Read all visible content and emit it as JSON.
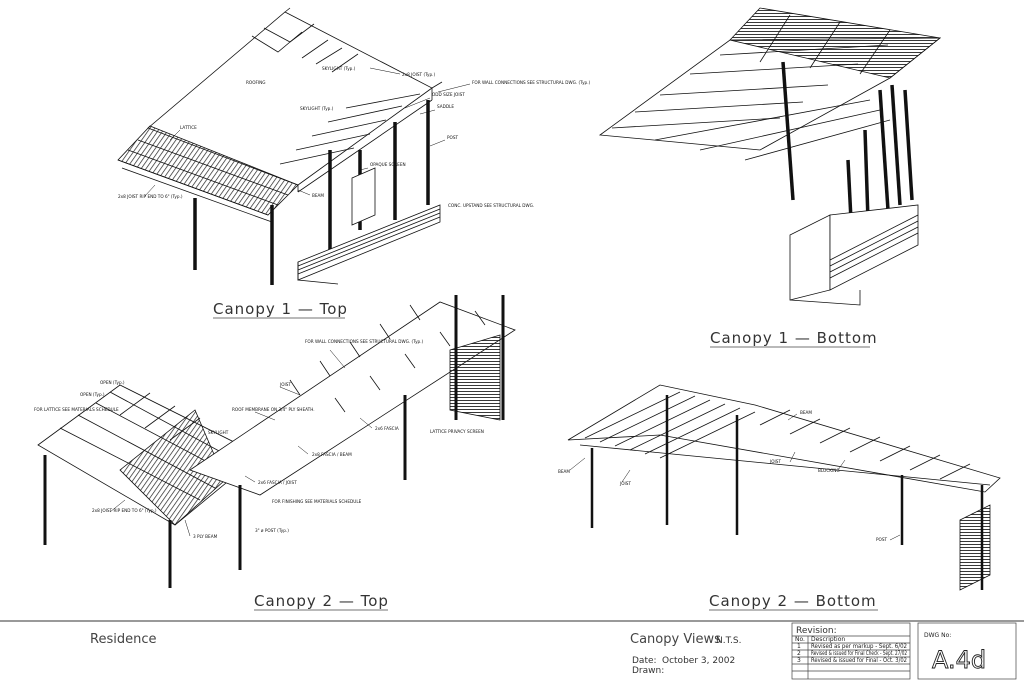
{
  "views": {
    "canopy1_top": {
      "title": "Canopy 1 — Top",
      "notes": {
        "joist": "2x8 JOIST (Typ.)",
        "wall_connections": "FOR WALL CONNECTIONS SEE STRUCTURAL DWG. (Typ.)",
        "odd_size_joist": "ODD SIZE JOIST",
        "skylight_a": "SKYLIGHT (Typ.)",
        "roofing": "ROOFING",
        "skylight_b": "SKYLIGHT (Typ.)",
        "saddle": "SADDLE",
        "lattice": "LATTICE",
        "post": "POST",
        "opaque_screen": "OPAQUE SCREEN",
        "rip": "2x8 JOIST RIP END TO 6\" (Typ.)",
        "beam": "BEAM",
        "conc": "CONC. UPSTAND SEE STRUCTURAL DWG."
      }
    },
    "canopy1_bottom": {
      "title": "Canopy 1 — Bottom"
    },
    "canopy2_top": {
      "title": "Canopy 2 — Top",
      "notes": {
        "wall_connections": "FOR WALL CONNECTIONS SEE STRUCTURAL DWG. (Typ.)",
        "open": "OPEN (Typ.)",
        "joist": "JOIST",
        "for_lattice": "FOR LATTICE SEE MATERIALS SCHEDULE",
        "roof_membrane": "ROOF MEMBRANE ON 3/4\" PLY SHEATH.",
        "skylight": "SKYLIGHT",
        "fascia_2x6": "2x6 FASCIA",
        "lattice_screen": "LATTICE PRIVACY SCREEN",
        "fascia_beam": "2x8 FASCIA / BEAM",
        "fascia_joist": "2x6 FASCIA / JOIST",
        "finishing": "FOR FINISHING SEE MATERIALS SCHEDULE",
        "rip": "2x8 JOIST RIP END TO 6\" (Typ.)",
        "post": "3\" ø POST (Typ.)",
        "beam": "3 PLY BEAM"
      }
    },
    "canopy2_bottom": {
      "title": "Canopy 2 — Bottom",
      "notes": {
        "beam_a": "BEAM",
        "joist_a": "JOIST",
        "blocking": "BLOCKING",
        "beam_b": "BEAM",
        "joist_b": "JOIST",
        "post": "POST"
      }
    }
  },
  "title_block": {
    "project": "Residence",
    "sheet_title": "Canopy Views",
    "scale": "N.T.S.",
    "date_label": "Date:",
    "date_value": "October 3, 2002",
    "drawn_label": "Drawn:",
    "revision_label": "Revision:",
    "col_no": "No.",
    "col_desc": "Description",
    "revisions": [
      {
        "no": "1",
        "desc": "Revised as per markup - Sept. 6/02"
      },
      {
        "no": "2",
        "desc": "Revised & issued for Final Check - Sept. 27/02"
      },
      {
        "no": "3",
        "desc": "Revised & issued for Final - Oct. 3/02"
      }
    ],
    "dwg_label": "DWG No:",
    "dwg_no": "A.4d"
  }
}
